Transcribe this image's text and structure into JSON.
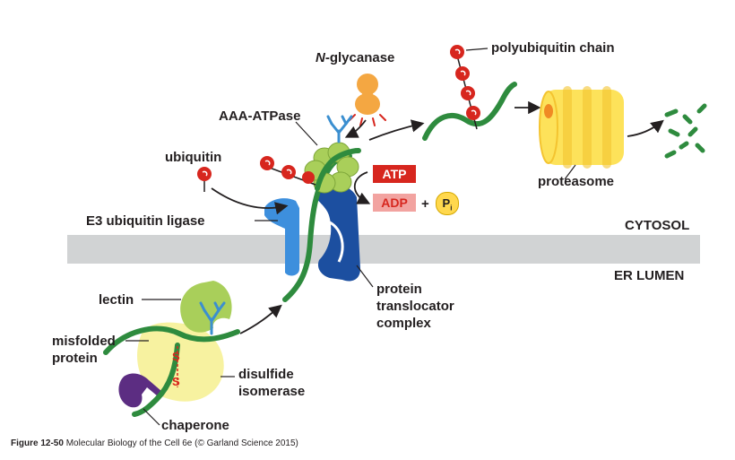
{
  "labels": {
    "polyubiquitin_chain": "polyubiquitin chain",
    "n_glycanase_prefix": "N",
    "n_glycanase_rest": "-glycanase",
    "aaa_atpase": "AAA-ATPase",
    "ubiquitin": "ubiquitin",
    "atp": "ATP",
    "adp": "ADP",
    "plus": "+",
    "pi_letter": "P",
    "pi_sub": "i",
    "proteasome": "proteasome",
    "e3_ligase": "E3 ubiquitin ligase",
    "cytosol": "CYTOSOL",
    "er_lumen": "ER LUMEN",
    "lectin": "lectin",
    "misfolded_protein_line1": "misfolded",
    "misfolded_protein_line2": "protein",
    "protein_translocator_line1": "protein",
    "protein_translocator_line2": "translocator",
    "protein_translocator_line3": "complex",
    "disulfide_line1": "disulfide",
    "disulfide_line2": "isomerase",
    "ss_top": "S",
    "ss_bottom": "S",
    "chaperone": "chaperone"
  },
  "caption": {
    "figure": "Figure 12-50",
    "text": "Molecular Biology of the Cell 6e (© Garland Science 2015)"
  },
  "colors": {
    "membrane": "#d1d3d4",
    "protein_chain": "#2e8b3e",
    "ubiquitin": "#d7261e",
    "proteasome": "#fde25a",
    "proteasome_dark": "#f4c430",
    "lectin": "#a9cf5a",
    "disulfide_isomerase": "#f7f2a0",
    "chaperone": "#5c2d82",
    "e3_ligase": "#3d8fdd",
    "translocator": "#1c4fa0",
    "atp_box": "#d7261e",
    "adp_box": "#f2a3a0",
    "n_glycanase": "#f4a742",
    "sugar": "#3b8fd0",
    "pi_circle": "#ffd84d"
  }
}
